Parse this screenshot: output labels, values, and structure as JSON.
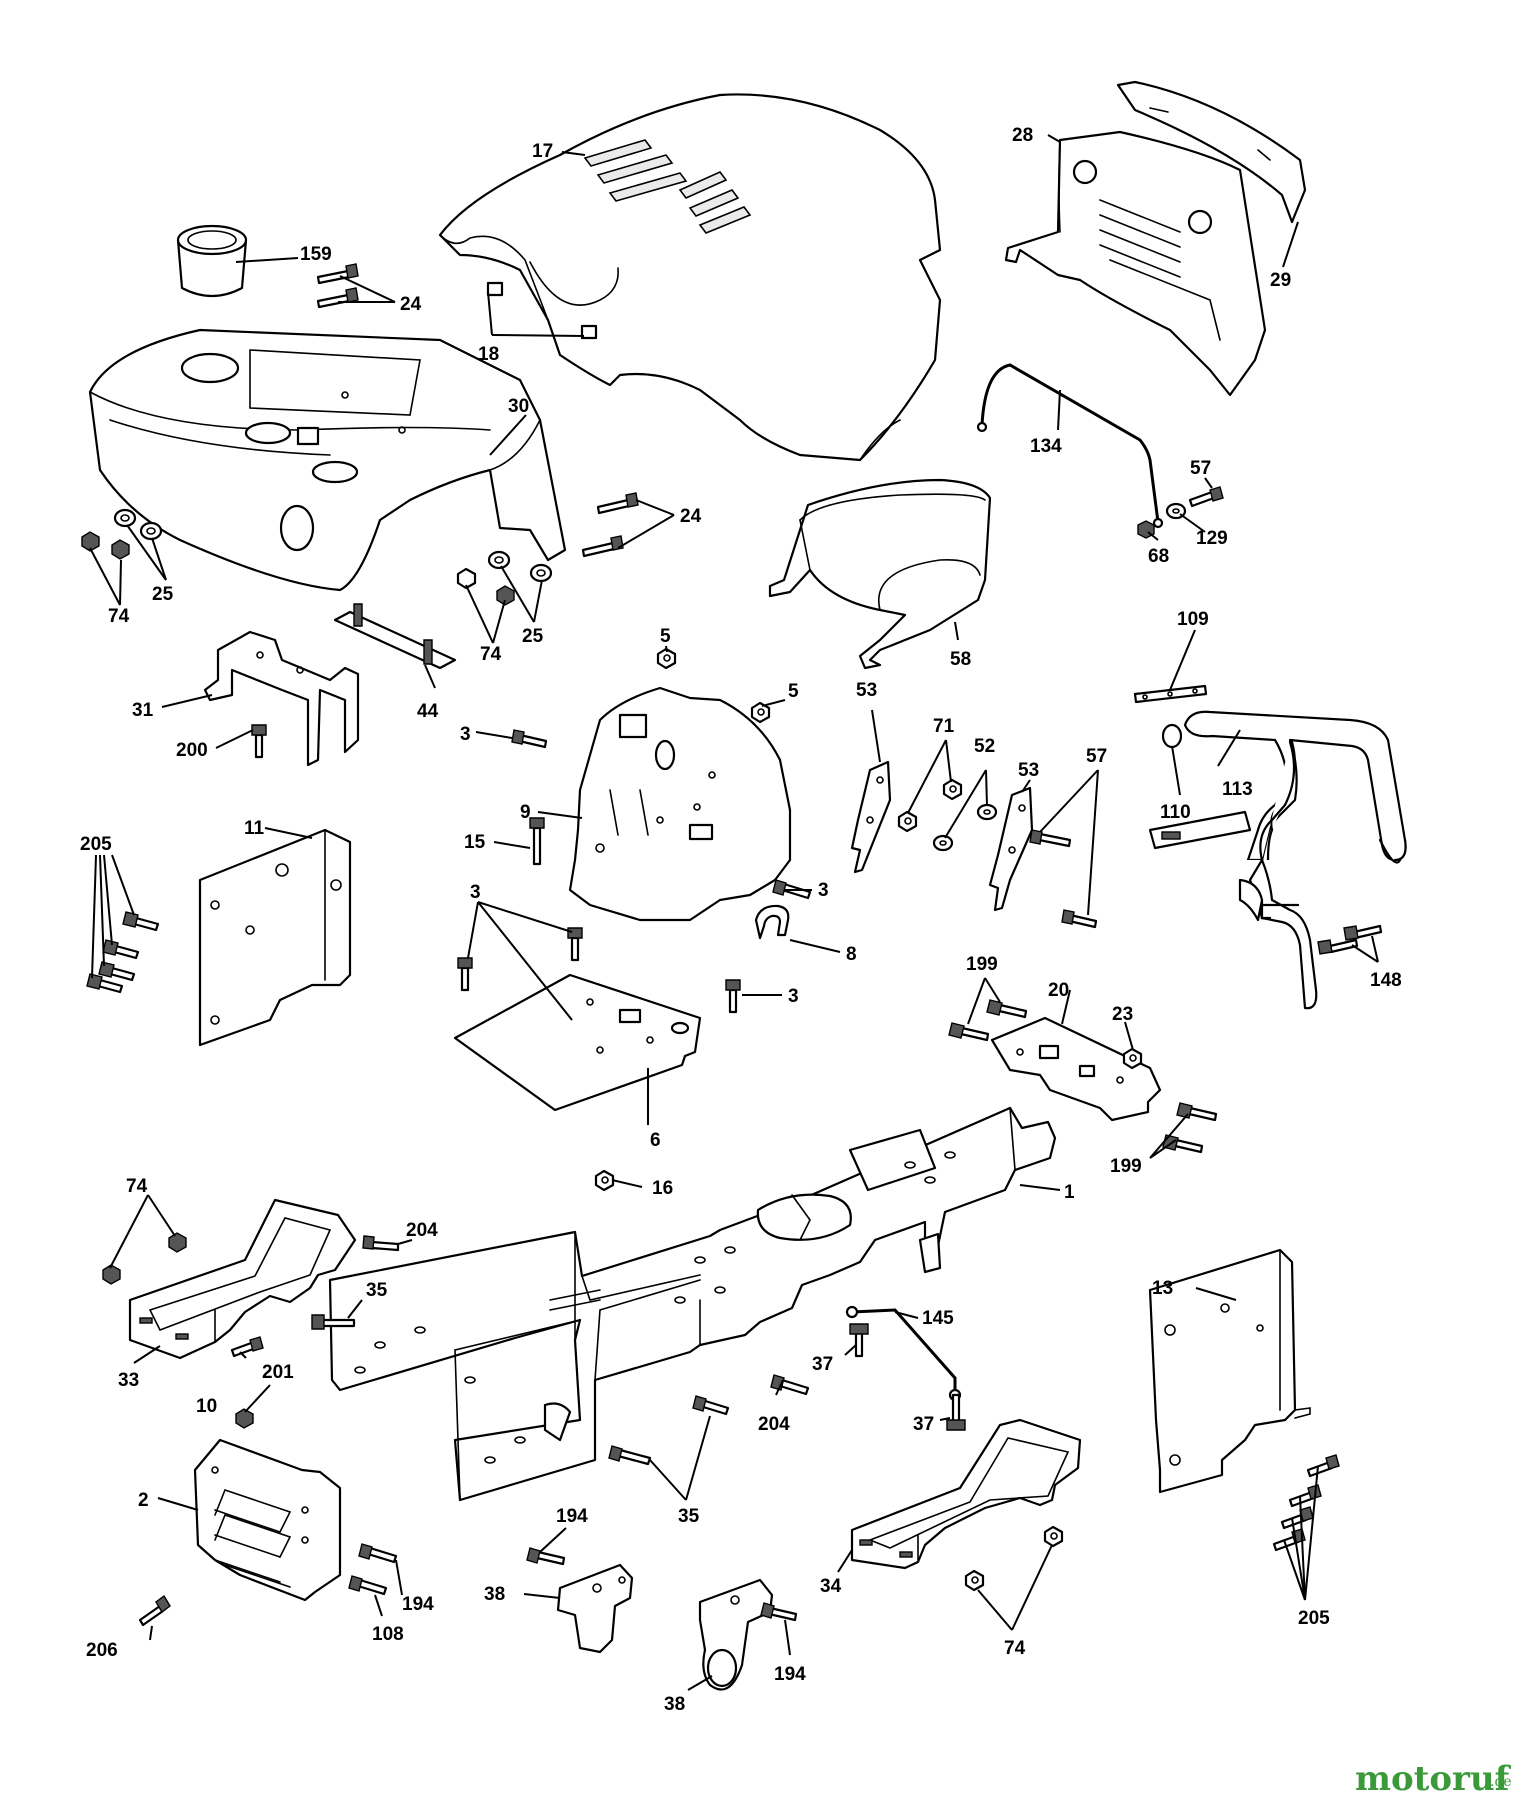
{
  "watermark": {
    "brand": "motoruf",
    "tld": ".de",
    "color": "#3a9a3a",
    "accent": "#c03020"
  },
  "callouts": [
    {
      "id": "c159",
      "text": "159"
    },
    {
      "id": "c24a",
      "text": "24"
    },
    {
      "id": "c17",
      "text": "17"
    },
    {
      "id": "c18",
      "text": "18"
    },
    {
      "id": "c28",
      "text": "28"
    },
    {
      "id": "c29",
      "text": "29"
    },
    {
      "id": "c30",
      "text": "30"
    },
    {
      "id": "c134",
      "text": "134"
    },
    {
      "id": "c57a",
      "text": "57"
    },
    {
      "id": "c24b",
      "text": "24"
    },
    {
      "id": "c129",
      "text": "129"
    },
    {
      "id": "c68",
      "text": "68"
    },
    {
      "id": "c74a",
      "text": "74"
    },
    {
      "id": "c25a",
      "text": "25"
    },
    {
      "id": "c74b",
      "text": "74"
    },
    {
      "id": "c25b",
      "text": "25"
    },
    {
      "id": "c58",
      "text": "58"
    },
    {
      "id": "c109",
      "text": "109"
    },
    {
      "id": "c5a",
      "text": "5"
    },
    {
      "id": "c5b",
      "text": "5"
    },
    {
      "id": "c31",
      "text": "31"
    },
    {
      "id": "c44",
      "text": "44"
    },
    {
      "id": "c200",
      "text": "200"
    },
    {
      "id": "c3a",
      "text": "3"
    },
    {
      "id": "c53a",
      "text": "53"
    },
    {
      "id": "c71",
      "text": "71"
    },
    {
      "id": "c52",
      "text": "52"
    },
    {
      "id": "c53b",
      "text": "53"
    },
    {
      "id": "c57b",
      "text": "57"
    },
    {
      "id": "c110",
      "text": "110"
    },
    {
      "id": "c113",
      "text": "113"
    },
    {
      "id": "c205a",
      "text": "205"
    },
    {
      "id": "c11",
      "text": "11"
    },
    {
      "id": "c9",
      "text": "9"
    },
    {
      "id": "c15",
      "text": "15"
    },
    {
      "id": "c3b",
      "text": "3"
    },
    {
      "id": "c3c",
      "text": "3"
    },
    {
      "id": "c8",
      "text": "8"
    },
    {
      "id": "c3d",
      "text": "3"
    },
    {
      "id": "c148",
      "text": "148"
    },
    {
      "id": "c199a",
      "text": "199"
    },
    {
      "id": "c20",
      "text": "20"
    },
    {
      "id": "c23",
      "text": "23"
    },
    {
      "id": "c6",
      "text": "6"
    },
    {
      "id": "c199b",
      "text": "199"
    },
    {
      "id": "c74c",
      "text": "74"
    },
    {
      "id": "c16",
      "text": "16"
    },
    {
      "id": "c1",
      "text": "1"
    },
    {
      "id": "c204a",
      "text": "204"
    },
    {
      "id": "c35a",
      "text": "35"
    },
    {
      "id": "c13",
      "text": "13"
    },
    {
      "id": "c33",
      "text": "33"
    },
    {
      "id": "c145",
      "text": "145"
    },
    {
      "id": "c10",
      "text": "10"
    },
    {
      "id": "c201",
      "text": "201"
    },
    {
      "id": "c37a",
      "text": "37"
    },
    {
      "id": "c204b",
      "text": "204"
    },
    {
      "id": "c37b",
      "text": "37"
    },
    {
      "id": "c2",
      "text": "2"
    },
    {
      "id": "c35b",
      "text": "35"
    },
    {
      "id": "c194a",
      "text": "194"
    },
    {
      "id": "c38a",
      "text": "38"
    },
    {
      "id": "c34",
      "text": "34"
    },
    {
      "id": "c194b",
      "text": "194"
    },
    {
      "id": "c108",
      "text": "108"
    },
    {
      "id": "c205b",
      "text": "205"
    },
    {
      "id": "c206",
      "text": "206"
    },
    {
      "id": "c74d",
      "text": "74"
    },
    {
      "id": "c194c",
      "text": "194"
    },
    {
      "id": "c38b",
      "text": "38"
    }
  ]
}
